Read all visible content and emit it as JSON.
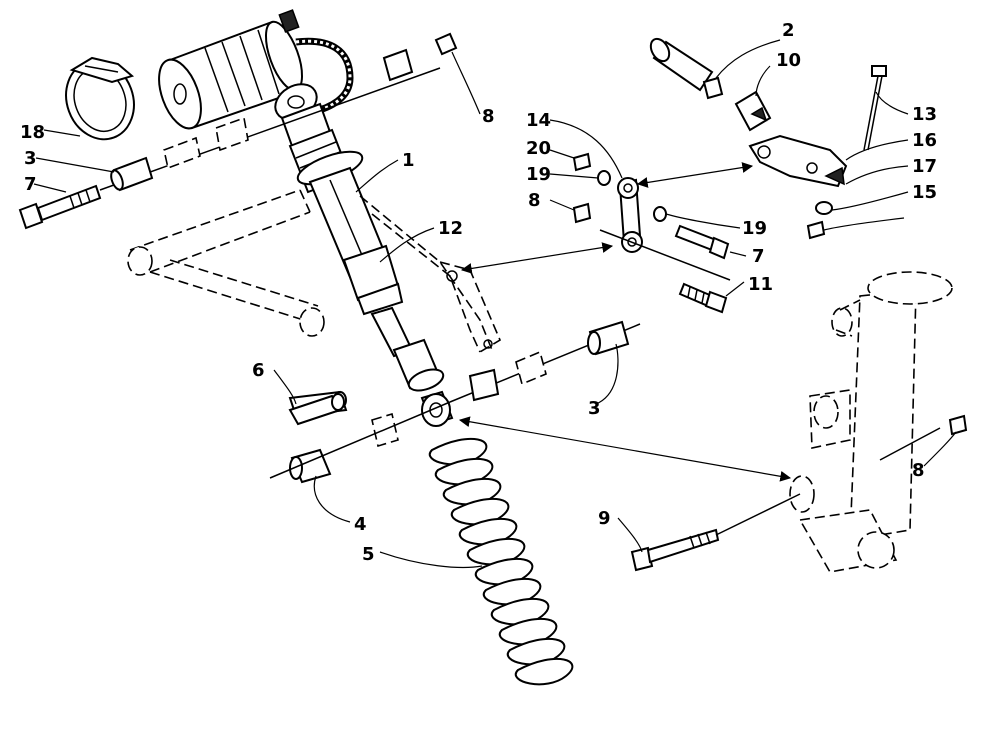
{
  "callouts": [
    {
      "id": "c18",
      "text": "18"
    },
    {
      "id": "c3a",
      "text": "3"
    },
    {
      "id": "c7a",
      "text": "7"
    },
    {
      "id": "c8a",
      "text": "8"
    },
    {
      "id": "c1",
      "text": "1"
    },
    {
      "id": "c12",
      "text": "12"
    },
    {
      "id": "c2",
      "text": "2"
    },
    {
      "id": "c10",
      "text": "10"
    },
    {
      "id": "c13",
      "text": "13"
    },
    {
      "id": "c16",
      "text": "16"
    },
    {
      "id": "c17",
      "text": "17"
    },
    {
      "id": "c15",
      "text": "15"
    },
    {
      "id": "c14",
      "text": "14"
    },
    {
      "id": "c20",
      "text": "20"
    },
    {
      "id": "c19a",
      "text": "19"
    },
    {
      "id": "c8b",
      "text": "8"
    },
    {
      "id": "c19b",
      "text": "19"
    },
    {
      "id": "c7b",
      "text": "7"
    },
    {
      "id": "c11",
      "text": "11"
    },
    {
      "id": "c6",
      "text": "6"
    },
    {
      "id": "c3b",
      "text": "3"
    },
    {
      "id": "c4",
      "text": "4"
    },
    {
      "id": "c5",
      "text": "5"
    },
    {
      "id": "c9",
      "text": "9"
    },
    {
      "id": "c8c",
      "text": "8"
    }
  ]
}
